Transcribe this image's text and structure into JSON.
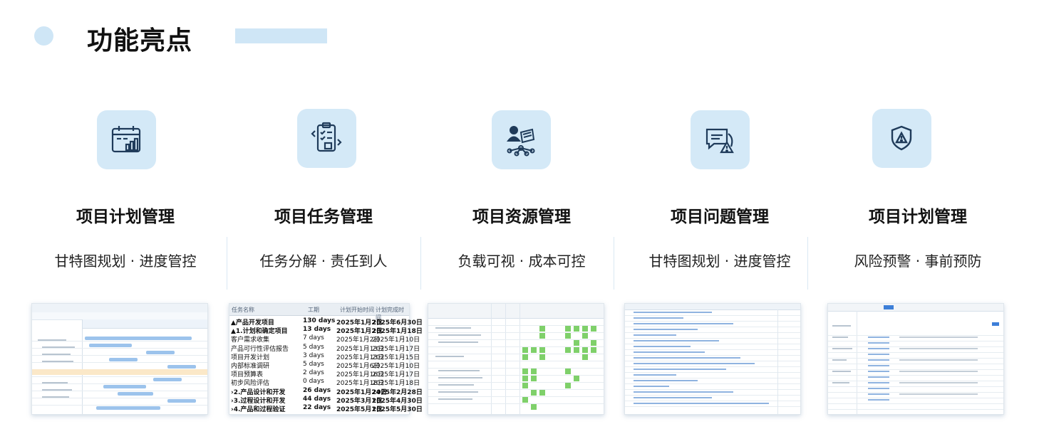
{
  "header": {
    "title": "功能亮点"
  },
  "features": [
    {
      "title": "项目计划管理",
      "subtitle": "甘特图规划 · 进度管控",
      "icon": "calendar-chart-icon"
    },
    {
      "title": "项目任务管理",
      "subtitle": "任务分解 · 责任到人",
      "icon": "clipboard-checklist-icon"
    },
    {
      "title": "项目资源管理",
      "subtitle": "负载可视 · 成本可控",
      "icon": "resource-network-icon"
    },
    {
      "title": "项目问题管理",
      "subtitle": "甘特图规划 · 进度管控",
      "icon": "chat-warning-icon"
    },
    {
      "title": "项目计划管理",
      "subtitle": "风险预警 · 事前预防",
      "icon": "shield-warning-icon"
    }
  ],
  "task_table": {
    "header": [
      "任务名称",
      "工期",
      "计划开始时间",
      "计划完成时间"
    ],
    "rows": [
      {
        "name": "▲产品开发项目",
        "duration": "130 days",
        "start": "2025年1月2日",
        "end": "2025年6月30日",
        "bold": true
      },
      {
        "name": "  ▲1.计划和确定项目",
        "duration": "13 days",
        "start": "2025年1月2日",
        "end": "2025年1月18日",
        "bold": true
      },
      {
        "name": "      客户需求收集",
        "duration": "7 days",
        "start": "2025年1月2日",
        "end": "2025年1月10日",
        "bold": false
      },
      {
        "name": "      产品可行性评估报告",
        "duration": "5 days",
        "start": "2025年1月13日",
        "end": "2025年1月17日",
        "bold": false
      },
      {
        "name": "      项目开发计划",
        "duration": "3 days",
        "start": "2025年1月13日",
        "end": "2025年1月15日",
        "bold": false
      },
      {
        "name": "      内部标准调研",
        "duration": "5 days",
        "start": "2025年1月6日",
        "end": "2025年1月10日",
        "bold": false
      },
      {
        "name": "      项目预算表",
        "duration": "2 days",
        "start": "2025年1月16日",
        "end": "2025年1月17日",
        "bold": false
      },
      {
        "name": "      初步风险评估",
        "duration": "0 days",
        "start": "2025年1月18日",
        "end": "2025年1月18日",
        "bold": false
      },
      {
        "name": "  ›2.产品设计和开发",
        "duration": "26 days",
        "start": "2025年1月24日",
        "end": "2025年2月28日",
        "bold": true
      },
      {
        "name": "  ›3.过程设计和开发",
        "duration": "44 days",
        "start": "2025年3月1日",
        "end": "2025年4月30日",
        "bold": true
      },
      {
        "name": "  ›4.产品和过程验证",
        "duration": "22 days",
        "start": "2025年5月1日",
        "end": "2025年5月30日",
        "bold": true
      }
    ]
  },
  "colors": {
    "accent": "#cfe6f6",
    "icon_bg": "#d4e9f7",
    "icon_stroke": "#1f3b5a",
    "gantt_bar": "#9cc3ec",
    "resource_cell": "#7fd06a"
  }
}
